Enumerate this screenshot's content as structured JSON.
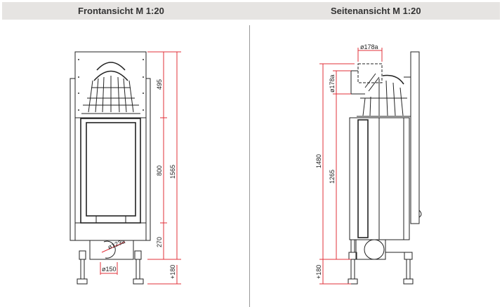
{
  "header": {
    "front_title": "Frontansicht M 1:20",
    "side_title": "Seitenansicht M 1:20"
  },
  "front_view": {
    "dimensions": {
      "hood_height": "495",
      "window_height": "800",
      "total_height": "1565",
      "base_height": "270",
      "leg_height": "+180",
      "bottom_outlet": "ø150",
      "air_inlet": "ø123a"
    }
  },
  "side_view": {
    "dimensions": {
      "flue_top": "ø178a",
      "flue_side": "ø178a",
      "total_height": "1480",
      "flue_height": "1265",
      "leg_height": "+180"
    }
  },
  "colors": {
    "dimension_line": "#e0303a",
    "header_bg": "#e6e4e2"
  }
}
